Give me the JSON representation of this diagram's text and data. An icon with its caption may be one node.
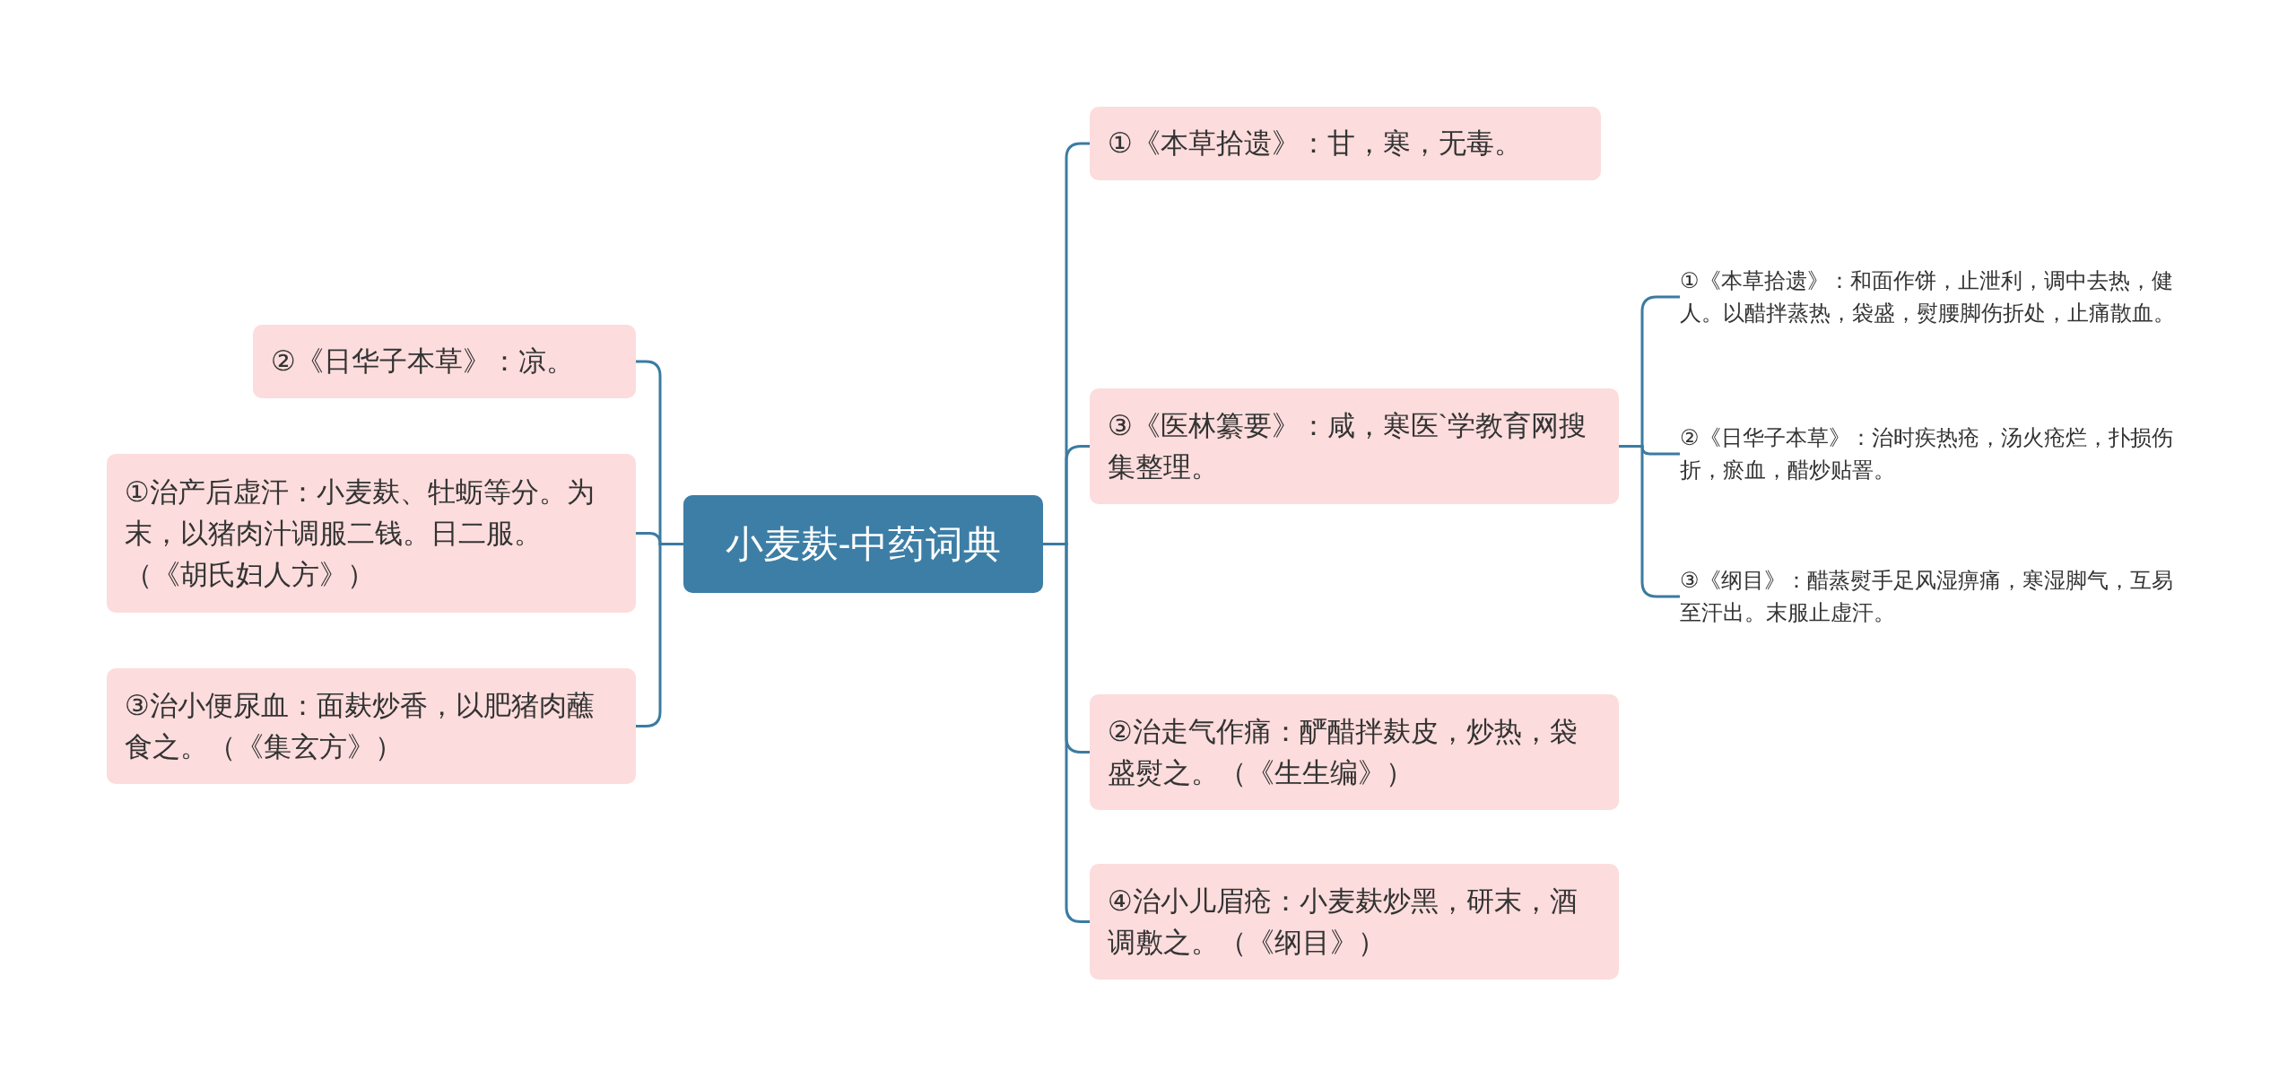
{
  "diagram": {
    "nodes": [
      {
        "text": [
          "小麦麸-中药词典"
        ]
      },
      {
        "text": [
          "②《日华子本草》：凉。"
        ]
      },
      {
        "text": [
          "①治产后虚汗：小麦麸、牡蛎等分。为末，以猪肉汁调服二钱。日二服。（《胡氏妇人方》）"
        ]
      },
      {
        "text": [
          "③治小便尿血：面麸炒香，以肥猪肉蘸食之。（《集玄方》）"
        ]
      },
      {
        "text": [
          "①《本草拾遗》：甘，寒，无毒。"
        ]
      },
      {
        "text": [
          "③《医林纂要》：咸，寒医`学教育网搜集整理。"
        ]
      },
      {
        "text": [
          "①《本草拾遗》：和面作饼，止泄利，调中去热，健人。以醋拌蒸热，袋盛，熨腰脚伤折处，止痛散血。"
        ]
      },
      {
        "text": [
          "②《日华子本草》：治时疾热疮，汤火疮烂，扑损伤折，瘀血，醋炒贴罯。"
        ]
      },
      {
        "text": [
          "③《纲目》：醋蒸熨手足风湿痹痛，寒湿脚气，互易至汗出。末服止虚汗。"
        ]
      },
      {
        "text": [
          "②治走气作痛：酽醋拌麸皮，炒热，袋盛熨之。（《生生编》）"
        ]
      },
      {
        "text": [
          "④治小儿眉疮：小麦麸炒黑，研末，酒调敷之。（《纲目》）"
        ]
      }
    ],
    "edges": [
      {
        "from": 0,
        "to": 1,
        "arrow": "none"
      },
      {
        "from": 0,
        "to": 2,
        "arrow": "none"
      },
      {
        "from": 0,
        "to": 3,
        "arrow": "none"
      },
      {
        "from": 0,
        "to": 4,
        "arrow": "none"
      },
      {
        "from": 0,
        "to": 5,
        "arrow": "none"
      },
      {
        "from": 5,
        "to": 6,
        "arrow": "none"
      },
      {
        "from": 5,
        "to": 7,
        "arrow": "none"
      },
      {
        "from": 5,
        "to": 8,
        "arrow": "none"
      },
      {
        "from": 0,
        "to": 9,
        "arrow": "none"
      },
      {
        "from": 0,
        "to": 10,
        "arrow": "none"
      }
    ]
  }
}
